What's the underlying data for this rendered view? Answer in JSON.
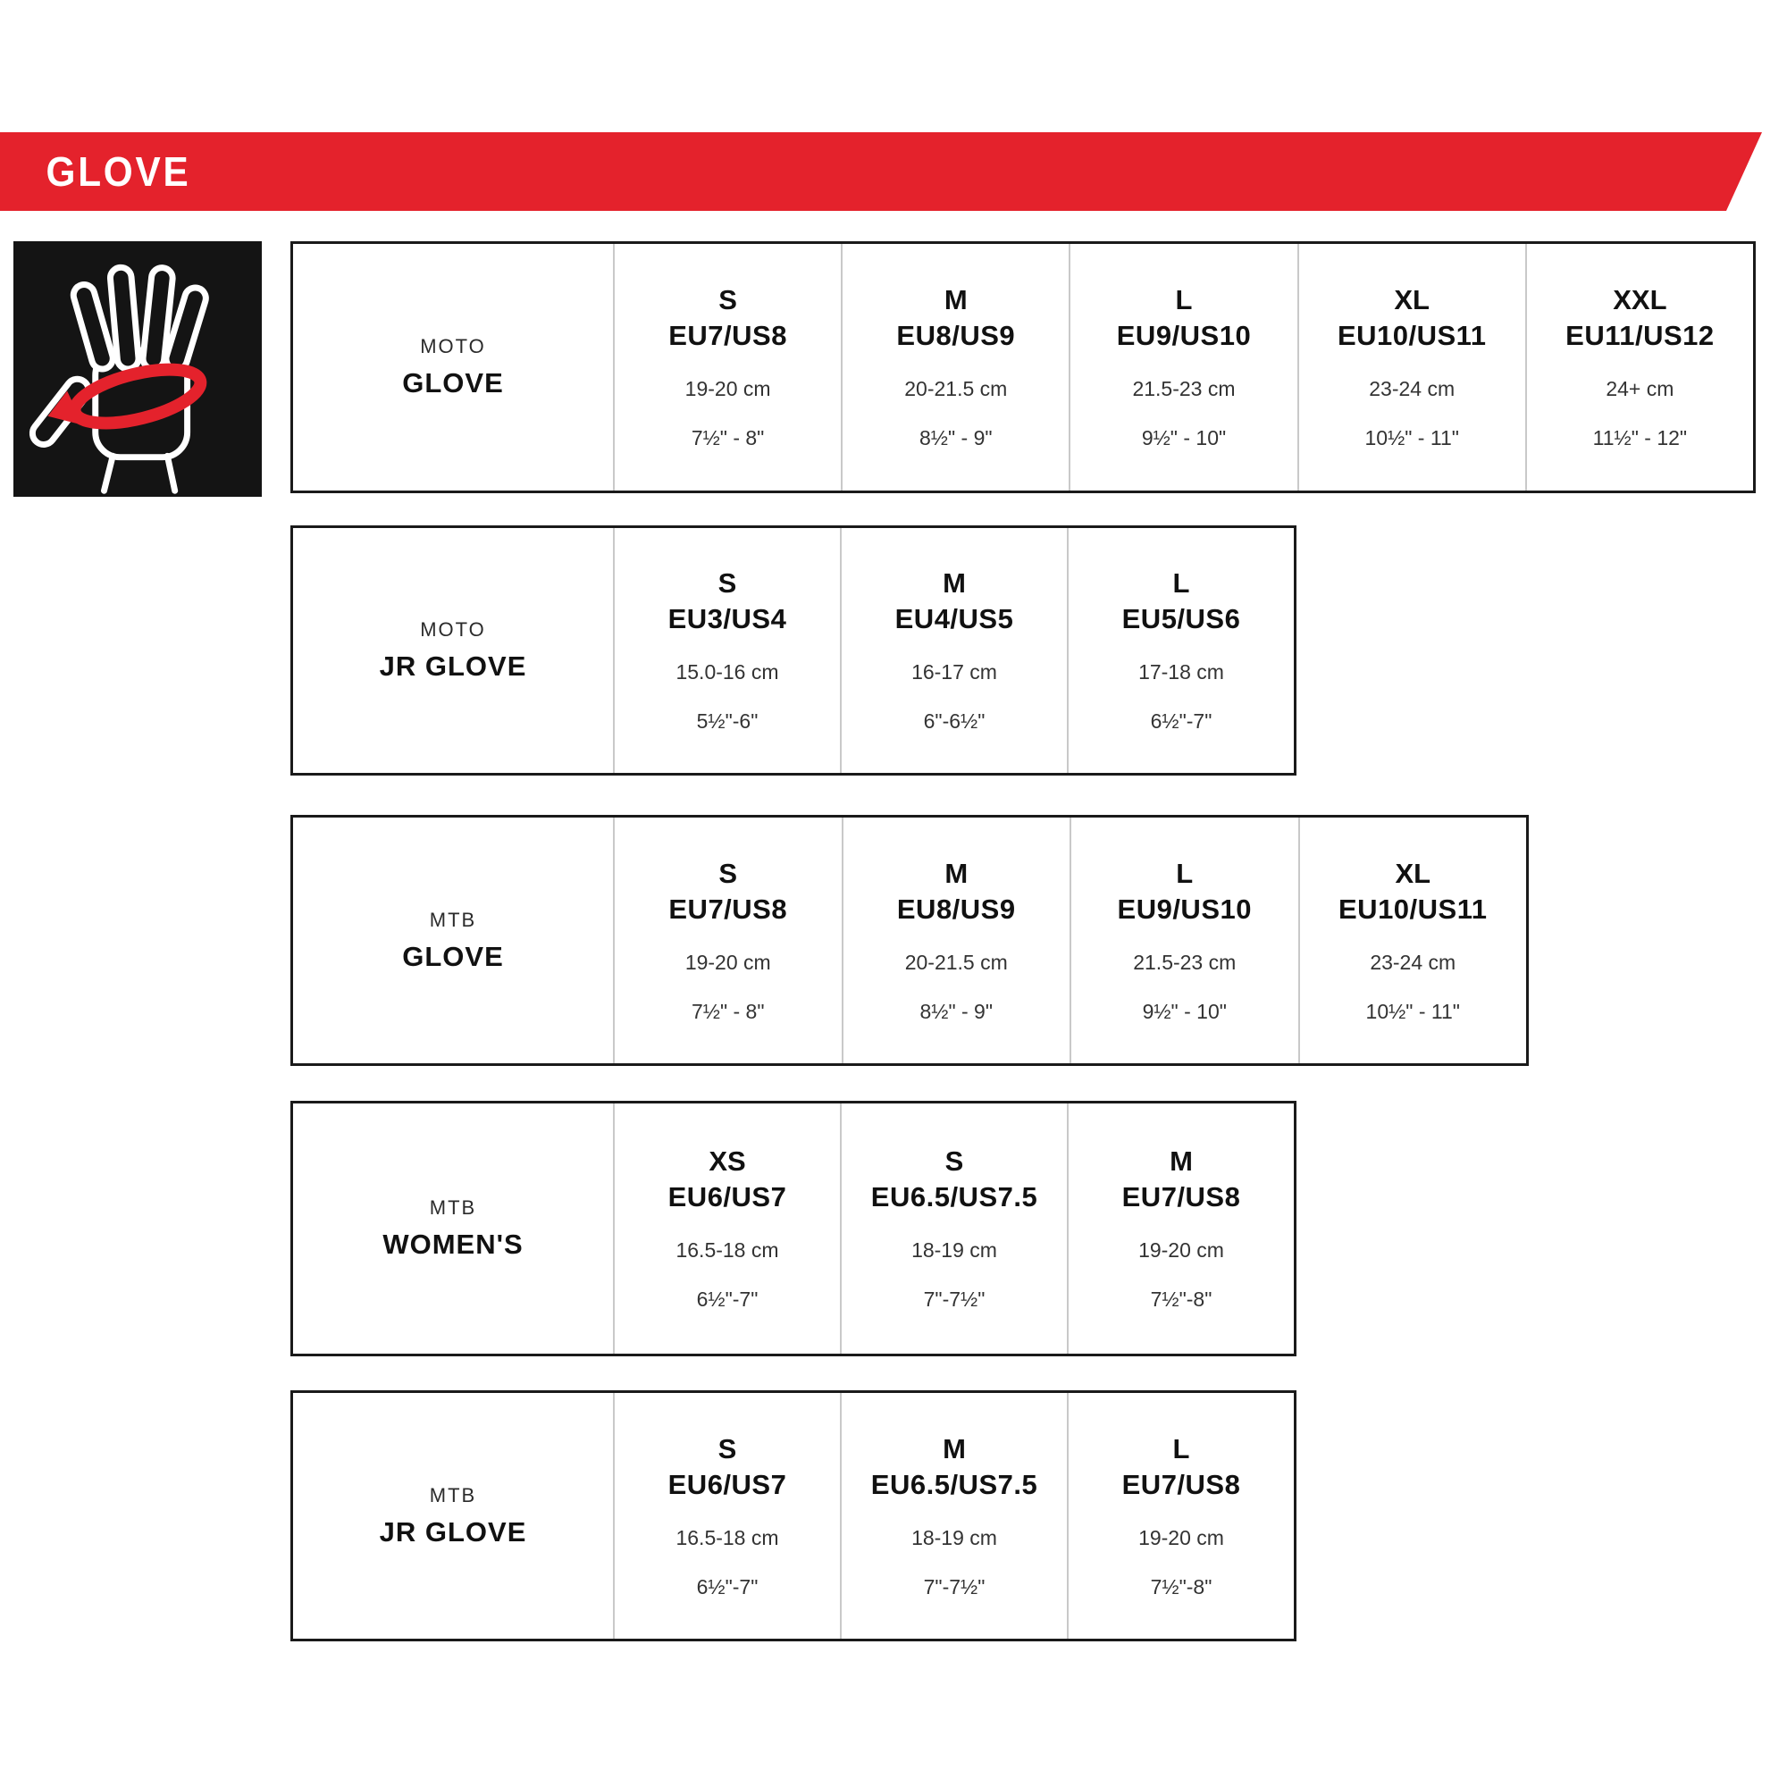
{
  "banner": {
    "title": "GLOVE",
    "color": "#e4222c"
  },
  "logo": {
    "icon": "hand-measurement-icon",
    "background": "#141414",
    "accent": "#e4222c"
  },
  "tables": [
    {
      "category": "MOTO",
      "name": "GLOVE",
      "columns": [
        {
          "size": "S",
          "eu_us": "EU7/US8",
          "cm": "19-20 cm",
          "inches": "7½\" - 8\""
        },
        {
          "size": "M",
          "eu_us": "EU8/US9",
          "cm": "20-21.5 cm",
          "inches": "8½\" - 9\""
        },
        {
          "size": "L",
          "eu_us": "EU9/US10",
          "cm": "21.5-23 cm",
          "inches": "9½\" - 10\""
        },
        {
          "size": "XL",
          "eu_us": "EU10/US11",
          "cm": "23-24 cm",
          "inches": "10½\" - 11\""
        },
        {
          "size": "XXL",
          "eu_us": "EU11/US12",
          "cm": "24+ cm",
          "inches": "11½\" - 12\""
        }
      ]
    },
    {
      "category": "MOTO",
      "name": "JR GLOVE",
      "columns": [
        {
          "size": "S",
          "eu_us": "EU3/US4",
          "cm": "15.0-16 cm",
          "inches": "5½\"-6\""
        },
        {
          "size": "M",
          "eu_us": "EU4/US5",
          "cm": "16-17 cm",
          "inches": "6\"-6½\""
        },
        {
          "size": "L",
          "eu_us": "EU5/US6",
          "cm": "17-18 cm",
          "inches": "6½\"-7\""
        }
      ]
    },
    {
      "category": "MTB",
      "name": "GLOVE",
      "columns": [
        {
          "size": "S",
          "eu_us": "EU7/US8",
          "cm": "19-20 cm",
          "inches": "7½\" - 8\""
        },
        {
          "size": "M",
          "eu_us": "EU8/US9",
          "cm": "20-21.5 cm",
          "inches": "8½\" - 9\""
        },
        {
          "size": "L",
          "eu_us": "EU9/US10",
          "cm": "21.5-23 cm",
          "inches": "9½\" - 10\""
        },
        {
          "size": "XL",
          "eu_us": "EU10/US11",
          "cm": "23-24 cm",
          "inches": "10½\" - 11\""
        }
      ]
    },
    {
      "category": "MTB",
      "name": "WOMEN'S",
      "columns": [
        {
          "size": "XS",
          "eu_us": "EU6/US7",
          "cm": "16.5-18 cm",
          "inches": "6½\"-7\""
        },
        {
          "size": "S",
          "eu_us": "EU6.5/US7.5",
          "cm": "18-19 cm",
          "inches": "7\"-7½\""
        },
        {
          "size": "M",
          "eu_us": "EU7/US8",
          "cm": "19-20 cm",
          "inches": "7½\"-8\""
        }
      ]
    },
    {
      "category": "MTB",
      "name": "JR GLOVE",
      "columns": [
        {
          "size": "S",
          "eu_us": "EU6/US7",
          "cm": "16.5-18 cm",
          "inches": "6½\"-7\""
        },
        {
          "size": "M",
          "eu_us": "EU6.5/US7.5",
          "cm": "18-19 cm",
          "inches": "7\"-7½\""
        },
        {
          "size": "L",
          "eu_us": "EU7/US8",
          "cm": "19-20 cm",
          "inches": "7½\"-8\""
        }
      ]
    }
  ]
}
